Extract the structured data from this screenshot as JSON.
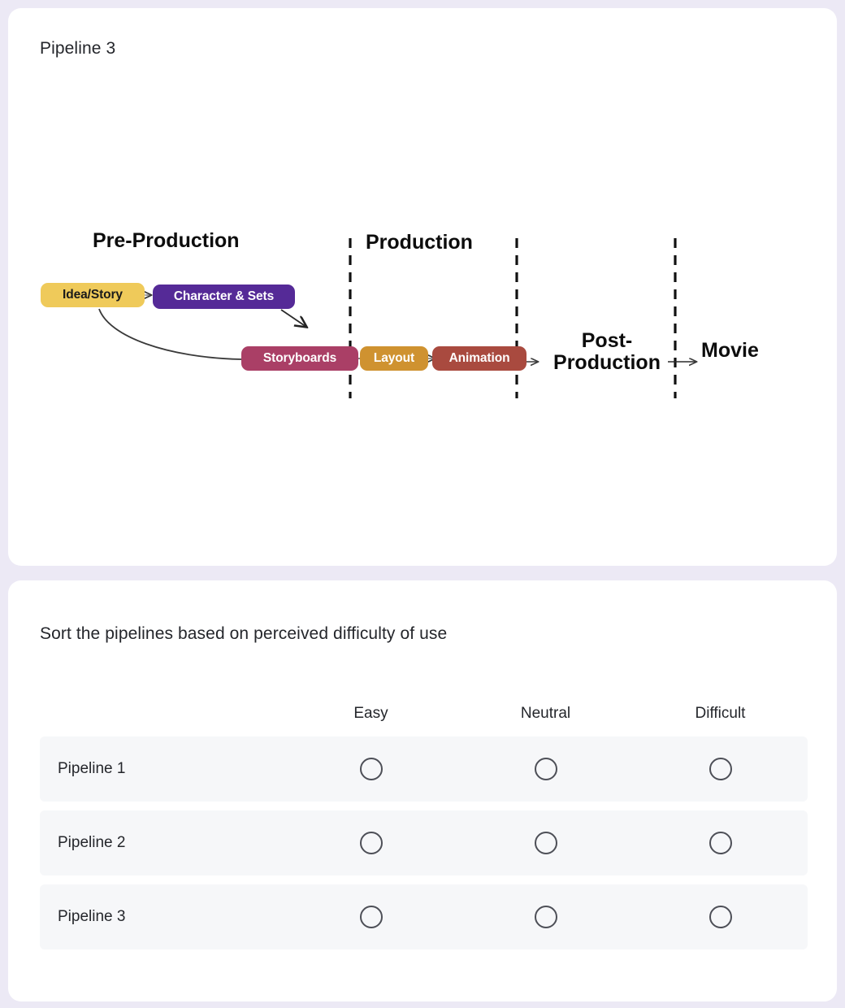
{
  "diagram_card": {
    "title": "Pipeline 3",
    "stages": [
      {
        "id": "pre-production",
        "label": "Pre-Production"
      },
      {
        "id": "production",
        "label": "Production"
      },
      {
        "id": "post-production",
        "label": "Post-\nProduction"
      },
      {
        "id": "movie",
        "label": "Movie"
      }
    ],
    "nodes": [
      {
        "id": "idea-story",
        "label": "Idea/Story",
        "color": "#efca5a",
        "text_color": "#1a1a1a"
      },
      {
        "id": "character-sets",
        "label": "Character & Sets",
        "color": "#552a97",
        "text_color": "#ffffff"
      },
      {
        "id": "storyboards",
        "label": "Storyboards",
        "color": "#aa3f66",
        "text_color": "#ffffff"
      },
      {
        "id": "layout",
        "label": "Layout",
        "color": "#cf9230",
        "text_color": "#ffffff"
      },
      {
        "id": "animation",
        "label": "Animation",
        "color": "#a94a3f",
        "text_color": "#ffffff"
      }
    ],
    "connections": [
      {
        "from": "idea-story",
        "to": "character-sets",
        "style": "straight-arrow"
      },
      {
        "from": "idea-story",
        "to": "storyboards",
        "style": "curved-arrow"
      },
      {
        "from": "character-sets",
        "to": "storyboards",
        "style": "short-arrow"
      },
      {
        "from": "storyboards",
        "to": "layout",
        "style": "straight"
      },
      {
        "from": "layout",
        "to": "animation",
        "style": "straight-arrow"
      },
      {
        "from": "animation",
        "to": "post-production",
        "style": "straight-arrow"
      },
      {
        "from": "post-production",
        "to": "movie",
        "style": "straight-arrow"
      }
    ],
    "dividers": 3,
    "divider_style": "dashed"
  },
  "survey_card": {
    "question": "Sort the pipelines based on perceived difficulty of use",
    "columns": [
      "Easy",
      "Neutral",
      "Difficult"
    ],
    "rows": [
      {
        "label": "Pipeline 1",
        "selected": null
      },
      {
        "label": "Pipeline 2",
        "selected": null
      },
      {
        "label": "Pipeline 3",
        "selected": null
      }
    ]
  },
  "theme": {
    "page_background": "#ece9f5",
    "card_background": "#ffffff",
    "row_background": "#f6f7f9",
    "text_color": "#24262b",
    "radio_border": "#4d4f57"
  }
}
